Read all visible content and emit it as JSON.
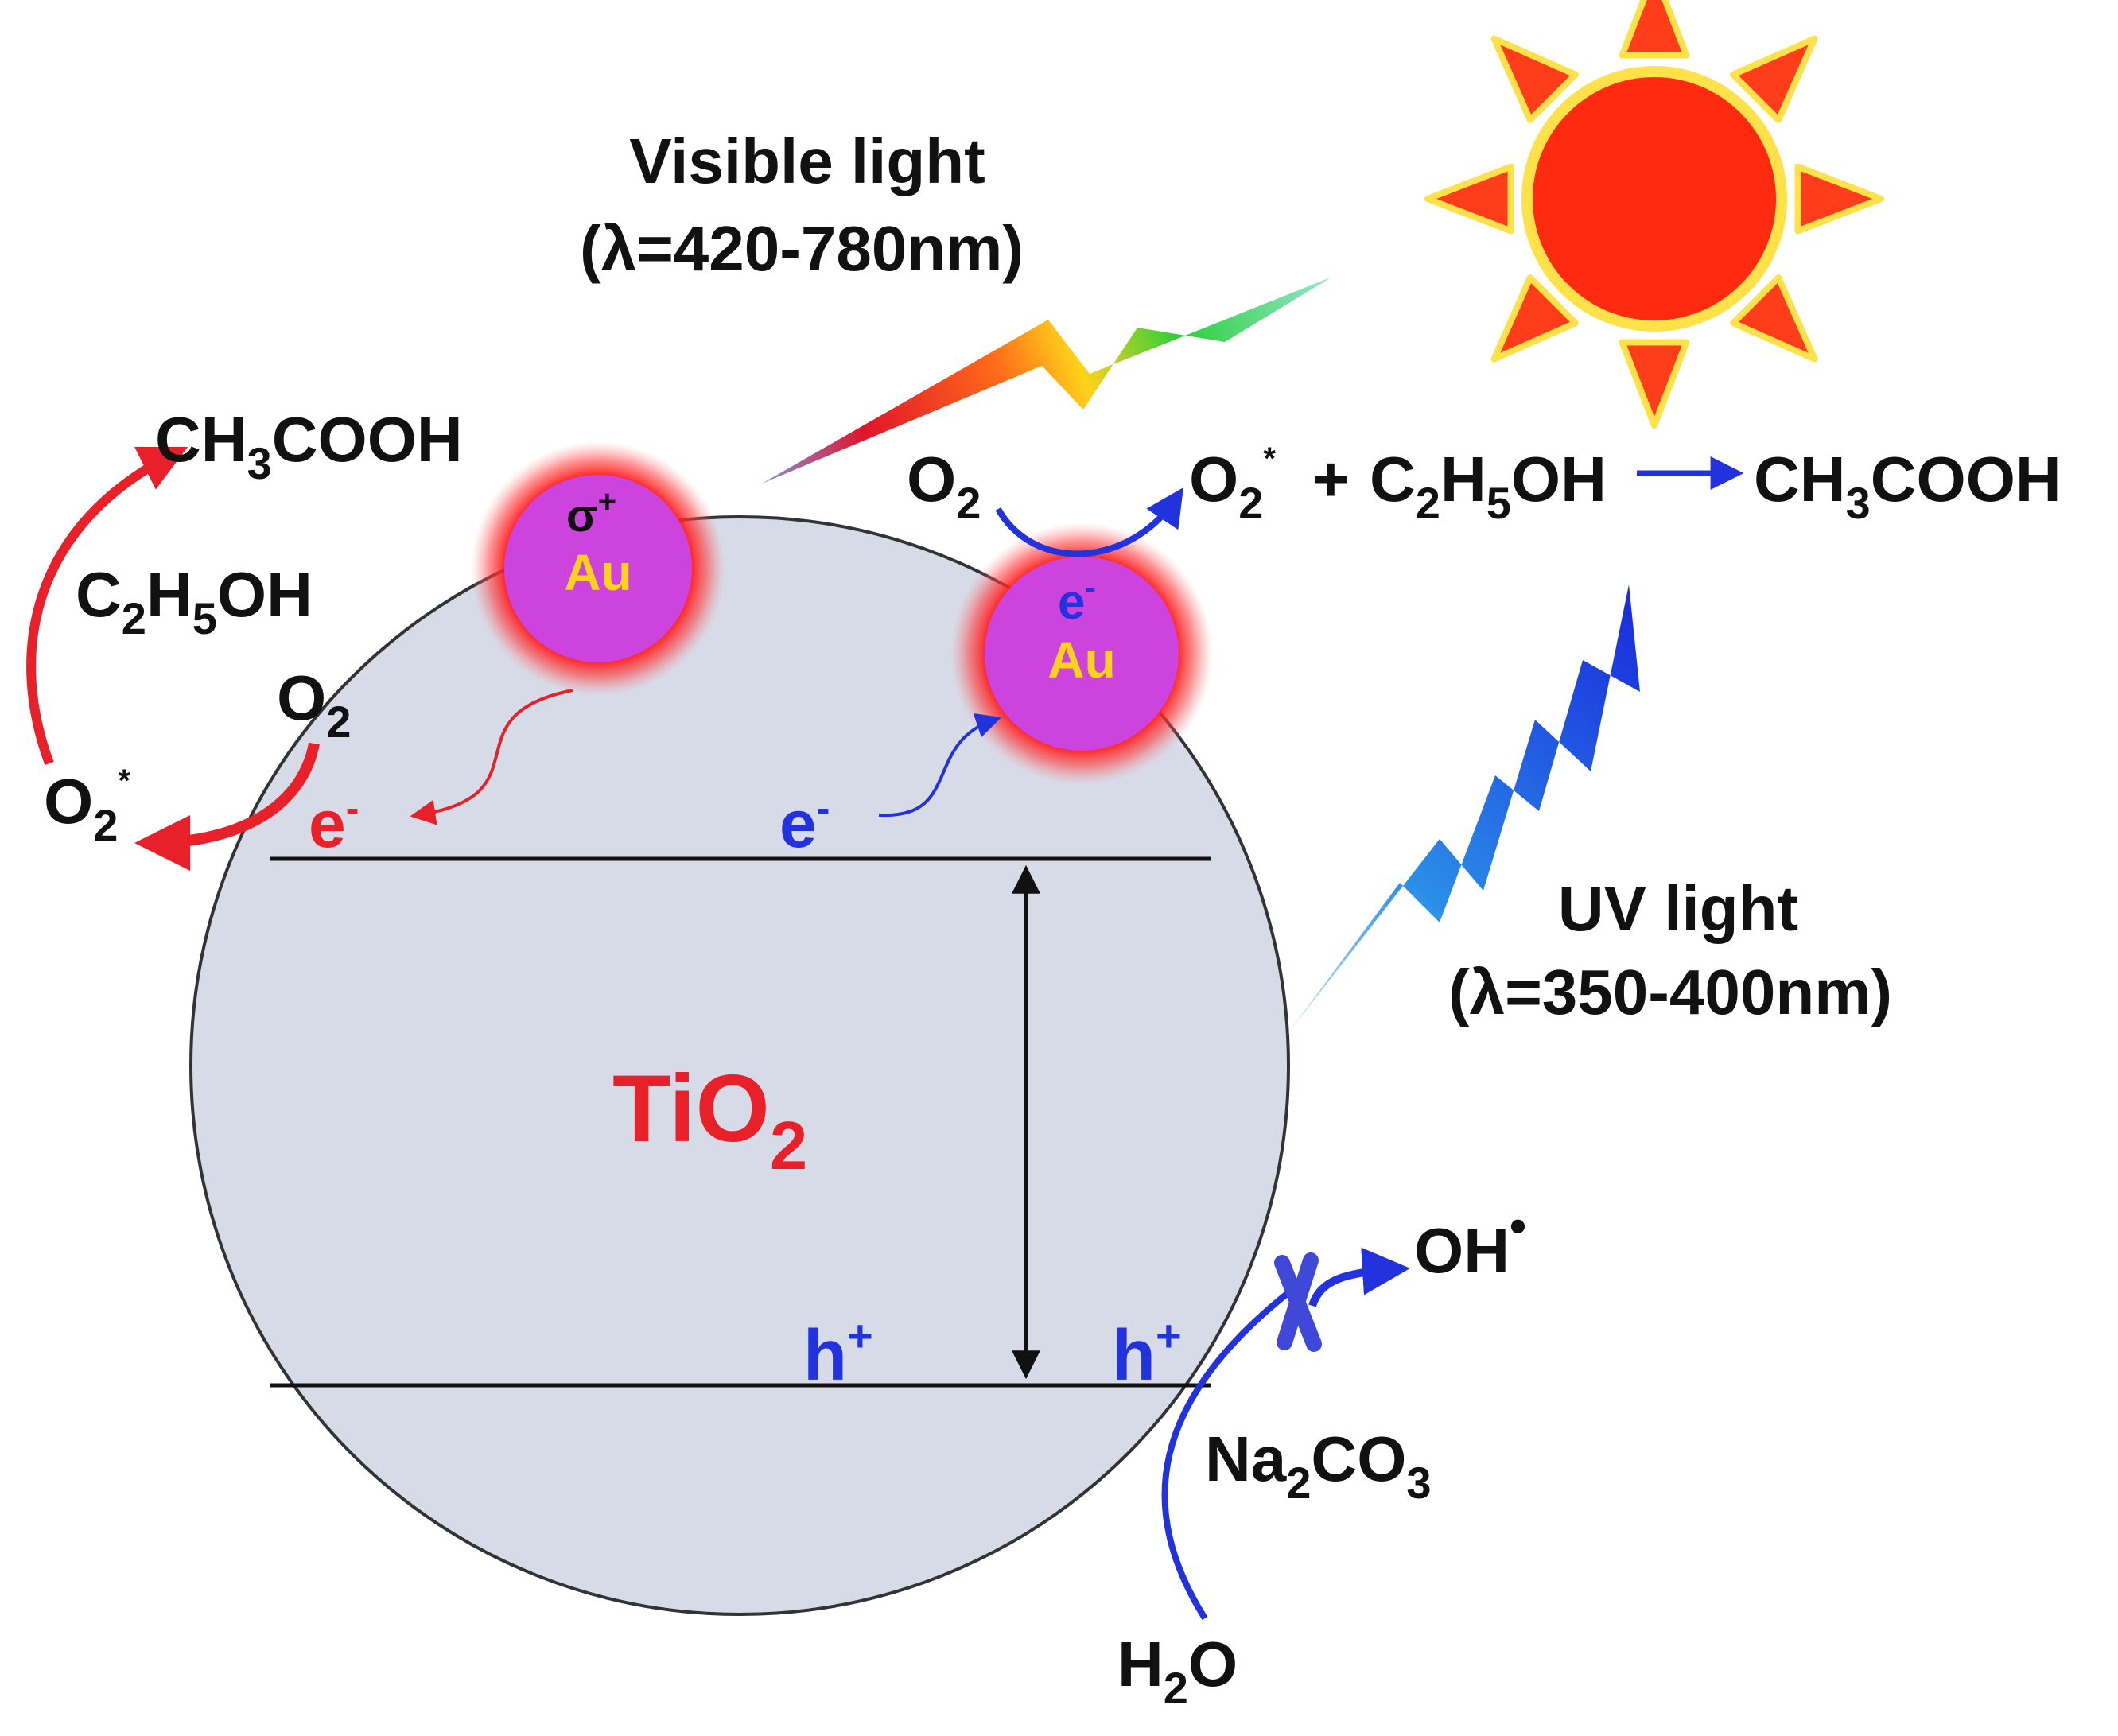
{
  "colors": {
    "particle_fill": "#d7dbe8",
    "au_core": "#cc44dd",
    "au_glow": "#ff1a1a",
    "red_arrow": "#e8202a",
    "blue_arrow": "#2233dd",
    "sun": "#ff2a10",
    "sun_rays": "#ff3d1a",
    "sun_outline": "#ffe14a"
  },
  "icons": {
    "sun": "sun-icon",
    "visible_bolt": "rainbow-lightning-icon",
    "uv_bolt": "blue-lightning-icon",
    "blocked": "cross-icon"
  },
  "labels": {
    "visible_title": "Visible light",
    "visible_range": "(λ=420-780nm)",
    "uv_title": "UV light",
    "uv_range": "(λ=350-400nm)",
    "semiconductor": {
      "base": "TiO",
      "sub": "2"
    },
    "au_left_charge": {
      "base": "σ",
      "sup": "+"
    },
    "au_left": "Au",
    "au_right_charge": {
      "base": "e",
      "sup": "-"
    },
    "au_right": "Au",
    "left_product": {
      "a": "CH",
      "sub": "3",
      "b": "COOH"
    },
    "left_ethanol": {
      "a": "C",
      "sub1": "2",
      "b": "H",
      "sub2": "5",
      "c": "OH"
    },
    "left_o2": {
      "base": "O",
      "sub": "2"
    },
    "left_superoxide": {
      "base": "O",
      "sub": "2",
      "sup": "*"
    },
    "left_electron": {
      "base": "e",
      "sup": "-"
    },
    "mid_electron": {
      "base": "e",
      "sup": "-"
    },
    "top_o2": {
      "base": "O",
      "sub": "2"
    },
    "top_superoxide": {
      "base": "O",
      "sub": "2",
      "sup": "*"
    },
    "plus": "+",
    "top_ethanol": {
      "a": "C",
      "sub1": "2",
      "b": "H",
      "sub2": "5",
      "c": "OH"
    },
    "top_product": {
      "a": "CH",
      "sub": "3",
      "b": "COOH"
    },
    "hole_left": {
      "base": "h",
      "sup": "+"
    },
    "hole_right": {
      "base": "h",
      "sup": "+"
    },
    "hydroxyl": {
      "base": "OH",
      "sup": "•"
    },
    "carbonate": {
      "a": "Na",
      "sub1": "2",
      "b": "CO",
      "sub2": "3"
    },
    "water": {
      "a": "H",
      "sub": "2",
      "b": "O"
    }
  }
}
